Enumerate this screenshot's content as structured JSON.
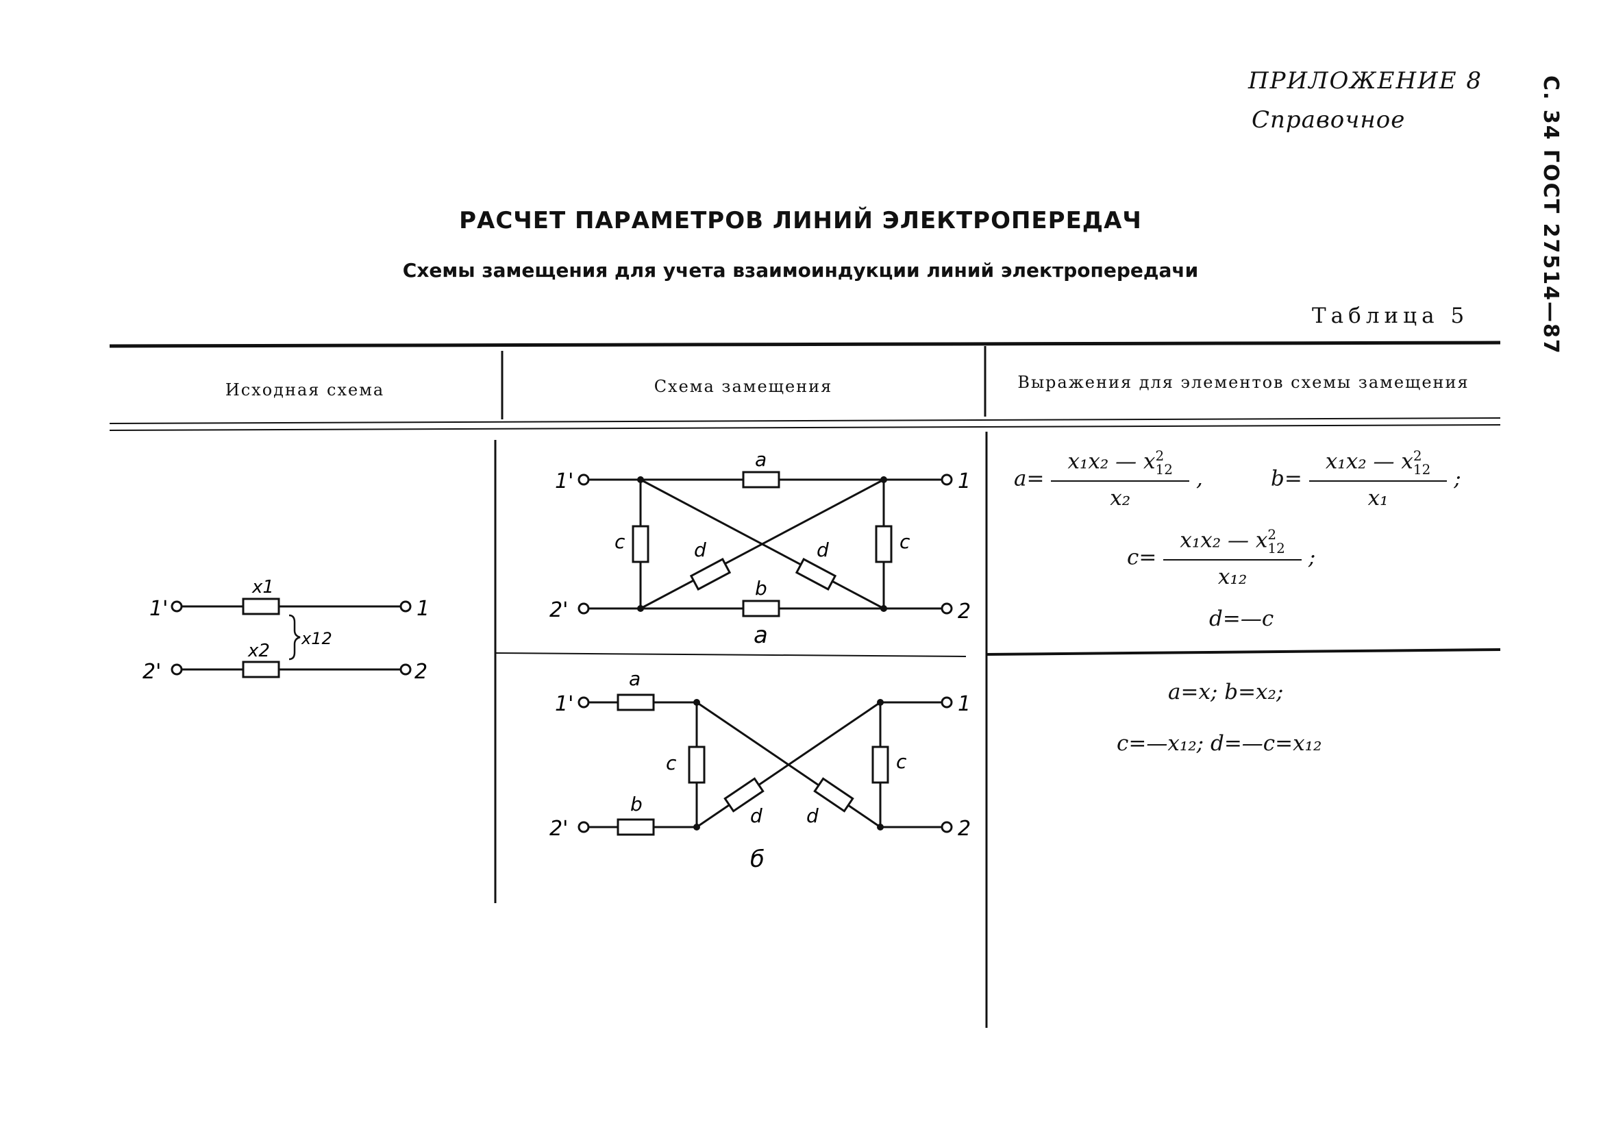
{
  "header": {
    "appendix": "ПРИЛОЖЕНИЕ 8",
    "reference": "Справочное",
    "side_label": "С. 34 ГОСТ 27514—87"
  },
  "title": "РАСЧЕТ ПАРАМЕТРОВ ЛИНИЙ ЭЛЕКТРОПЕРЕДАЧ",
  "subtitle": "Схемы замещения для учета взаимоиндукции линий электропередачи",
  "table_label": "Таблица 5",
  "columns": [
    "Исходная схема",
    "Схема замещения",
    "Выражения для элементов схемы замещения"
  ],
  "original": {
    "x1": "x1",
    "x2": "x2",
    "x12": "x12",
    "n1p": "1'",
    "n2p": "2'",
    "n1": "1",
    "n2": "2"
  },
  "scheme_a": {
    "a": "a",
    "b": "b",
    "c": "c",
    "d": "d",
    "n1p": "1'",
    "n2p": "2'",
    "n1": "1",
    "n2": "2",
    "caption": "а"
  },
  "scheme_b": {
    "a": "a",
    "b": "b",
    "c": "c",
    "d": "d",
    "n1p": "1'",
    "n2p": "2'",
    "n1": "1",
    "n2": "2",
    "caption": "б"
  },
  "expressions_a": {
    "a_lhs": "a=",
    "b_lhs": "b=",
    "c_lhs": "c=",
    "num_base": "x₁x₂ — x",
    "num_sup": "2",
    "num_sub": "12",
    "a_den": "x₂",
    "b_den": "x₁",
    "c_den": "x₁₂",
    "comma": ",",
    "semicolon": ";",
    "d_expr": "d=—c"
  },
  "expressions_b": {
    "line1": "a=x;   b=x₂;",
    "line2": "c=—x₁₂;   d=—c=x₁₂"
  }
}
